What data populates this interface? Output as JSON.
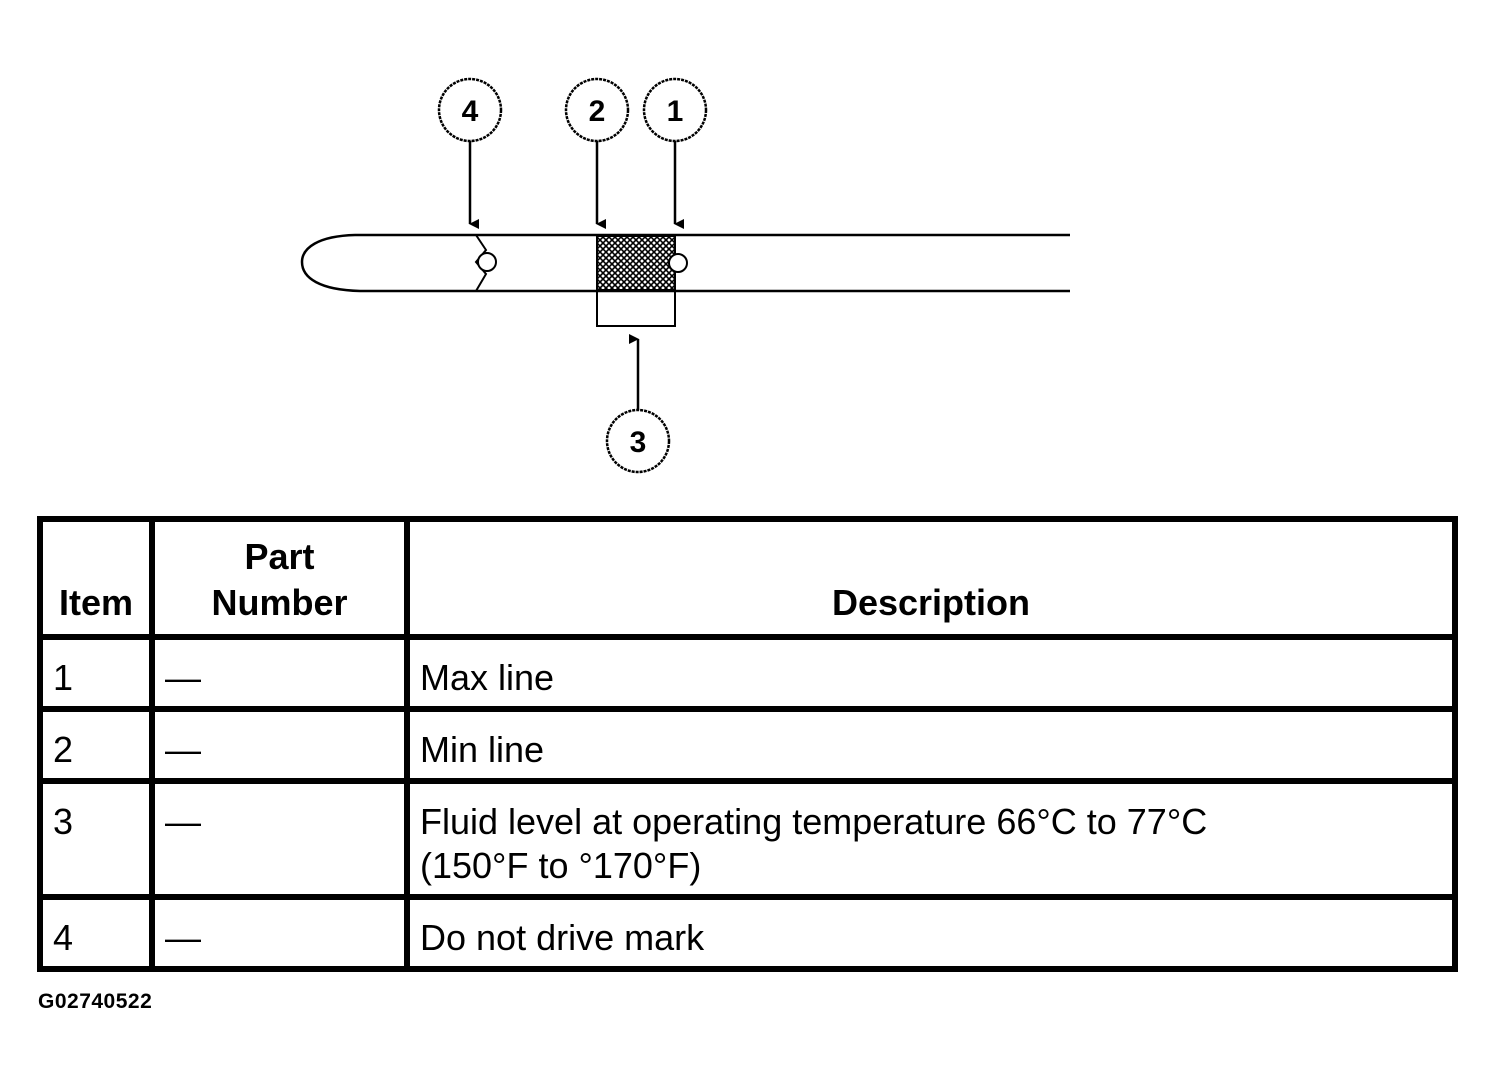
{
  "callouts": [
    "1",
    "2",
    "3",
    "4"
  ],
  "table": {
    "headers": {
      "item": "Item",
      "part_number_line1": "Part",
      "part_number_line2": "Number",
      "description": "Description"
    },
    "rows": [
      {
        "item": "1",
        "part_number": "—",
        "description": "Max line"
      },
      {
        "item": "2",
        "part_number": "—",
        "description": "Min line"
      },
      {
        "item": "3",
        "part_number": "—",
        "description_line1": "Fluid level at operating temperature 66°C to 77°C",
        "description_line2": "(150°F to °170°F)"
      },
      {
        "item": "4",
        "part_number": "—",
        "description": "Do not drive mark"
      }
    ]
  },
  "figure_code": "G02740522"
}
